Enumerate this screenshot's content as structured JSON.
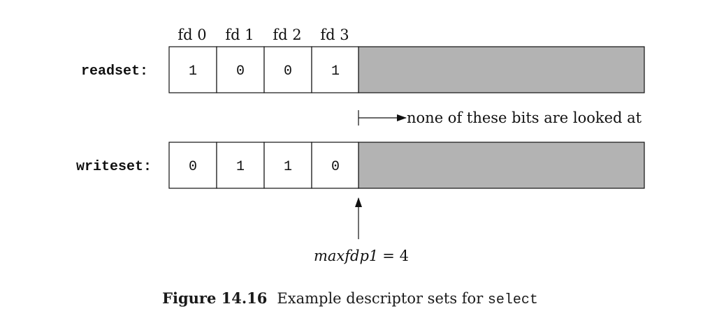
{
  "fd_labels": [
    "fd 0",
    "fd 1",
    "fd 2",
    "fd 3"
  ],
  "rows": [
    {
      "label": "readset:",
      "bits": [
        "1",
        "0",
        "0",
        "1"
      ]
    },
    {
      "label": "writeset:",
      "bits": [
        "0",
        "1",
        "1",
        "0"
      ]
    }
  ],
  "annotation": "none of these bits are looked at",
  "marker": {
    "name": "maxfdp1",
    "equals": "= 4"
  },
  "colors": {
    "unused_fill": "#b3b3b3",
    "line": "#111111"
  },
  "caption": {
    "figure_number": "Figure 14.16",
    "text": "Example descriptor sets for ",
    "code": "select"
  }
}
